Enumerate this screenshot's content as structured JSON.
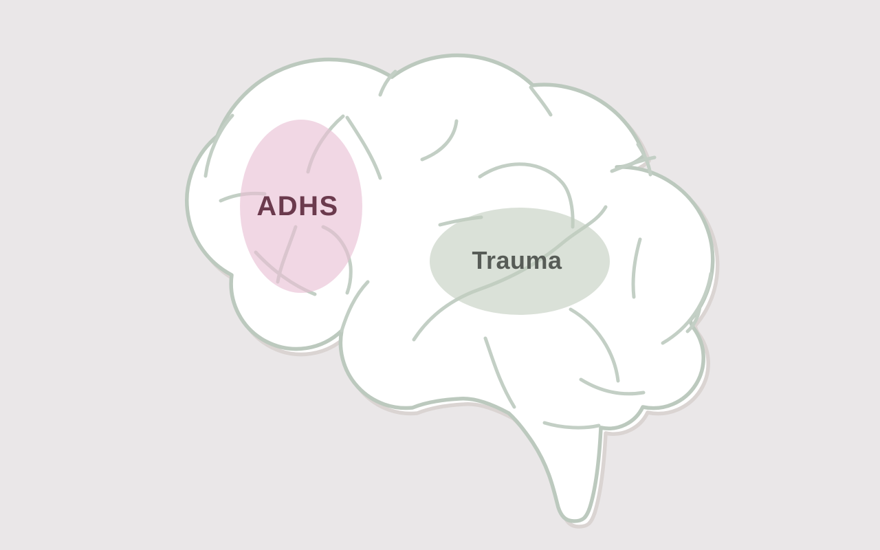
{
  "illustration": {
    "name": "brain-regions-illustration",
    "background_color": "#EAE7E8",
    "brain_fill_color": "#FFFFFF",
    "outline_color": "#BCC9BE",
    "gyri_line_color": "#C3CFC5",
    "shadow_color": "#DAD4D2"
  },
  "regions": [
    {
      "id": "adhs",
      "label": "ADHS",
      "label_color": "#6B3A4D",
      "highlight_color": "#E9BED3",
      "highlight_opacity": "0.62",
      "location": "frontal-lobe"
    },
    {
      "id": "trauma",
      "label": "Trauma",
      "label_color": "#575C57",
      "highlight_color": "#C2CDBE",
      "highlight_opacity": "0.60",
      "location": "mid-brain"
    }
  ]
}
